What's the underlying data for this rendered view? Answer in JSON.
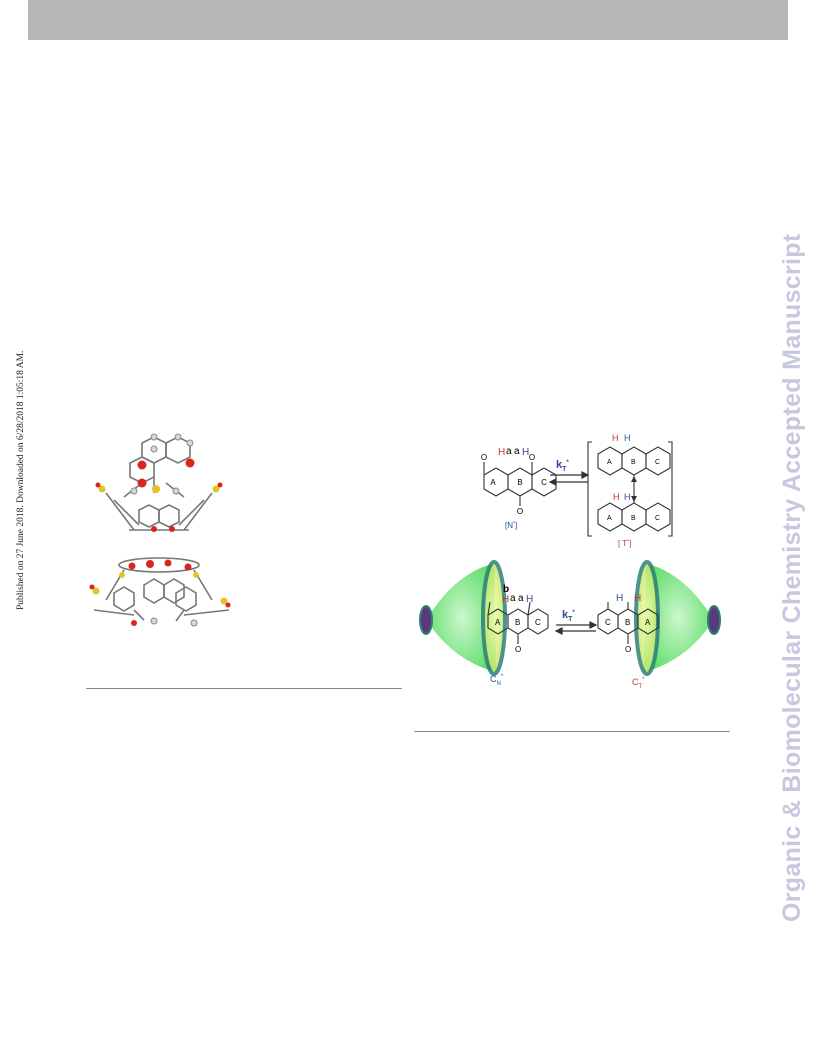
{
  "side_note": "Published on 27 June 2018. Downloaded on 6/28/2018 1:05:18 AM.",
  "watermark": "Organic & Biomolecular Chemistry Accepted Manuscript",
  "colors": {
    "header": "#b7b7b7",
    "watermark": "#c7c8e0",
    "cone_green": "#5fe06a",
    "cone_rim": "#2e7f7a",
    "label_blue": "#2a4d9c",
    "label_red": "#c0392b",
    "atom_red": "#d9261c"
  },
  "scheme": {
    "ring_labels": [
      "A",
      "B",
      "C"
    ],
    "rate_label_top": "k",
    "rate_sub_top": "T",
    "rate_label_bottom": "k",
    "rate_sub_bottom": "T",
    "rate_sup": "*",
    "state_n": "[N",
    "state_n_sup": "*",
    "state_n_close": "]",
    "state_t": "[ T",
    "state_t_sup": "*",
    "state_t_close": "]",
    "cn_label": "C",
    "cn_sub": "N",
    "ct_label": "C",
    "ct_sub": "T",
    "star": "*",
    "atom_o": "O",
    "atom_h": "H",
    "label_a": "a",
    "label_b": "b"
  }
}
